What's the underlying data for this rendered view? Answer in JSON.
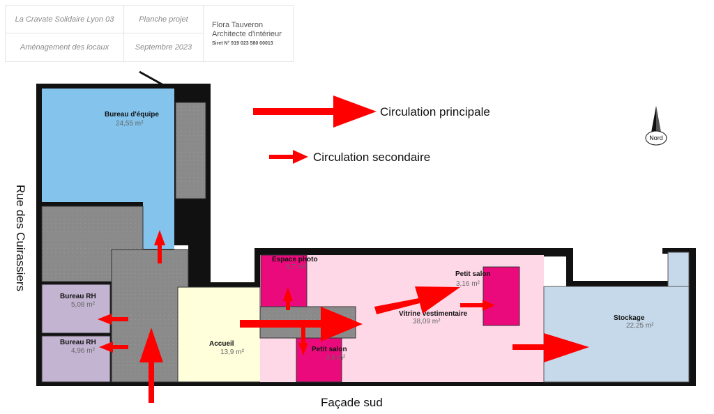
{
  "cartouche": {
    "project": "La Cravate Solidaire Lyon 03",
    "sheet": "Planche projet",
    "subject": "Aménagement des locaux",
    "date": "Septembre 2023",
    "architect_name": "Flora Tauveron",
    "architect_title": "Architecte d'intérieur",
    "siret": "Siret N° 919 023 580 00013"
  },
  "legend": {
    "primary": "Circulation principale",
    "secondary": "Circulation secondaire",
    "arrow_color": "#ff0000"
  },
  "north_label": "Nord",
  "street_west": "Rue des Cuirassiers",
  "street_south": "Façade sud",
  "rooms": {
    "bureau_equipe": {
      "name": "Bureau d'équipe",
      "area": "24,55 m²",
      "color": "#83c3ec"
    },
    "bureau_rh_1": {
      "name": "Bureau RH",
      "area": "5,08 m²",
      "color": "#c3b4d2"
    },
    "bureau_rh_2": {
      "name": "Bureau RH",
      "area": "4,96 m²",
      "color": "#c3b4d2"
    },
    "accueil": {
      "name": "Accueil",
      "area": "13,9 m²",
      "color": "#ffffdc"
    },
    "espace_photo": {
      "name": "Espace photo",
      "area": "3,7 m²",
      "color": "#ea0a7c"
    },
    "petit_salon_1": {
      "name": "Petit salon",
      "area": "3,6 m²",
      "color": "#ea0a7c"
    },
    "vitrine": {
      "name": "Vitrine vestimentaire",
      "area": "38,09 m²",
      "color": "#ffd8e8"
    },
    "petit_salon_2": {
      "name": "Petit salon",
      "area": "3,16 m²",
      "color": "#ea0a7c"
    },
    "stockage": {
      "name": "Stockage",
      "area": "22,25 m²",
      "color": "#c6d9eb"
    }
  }
}
